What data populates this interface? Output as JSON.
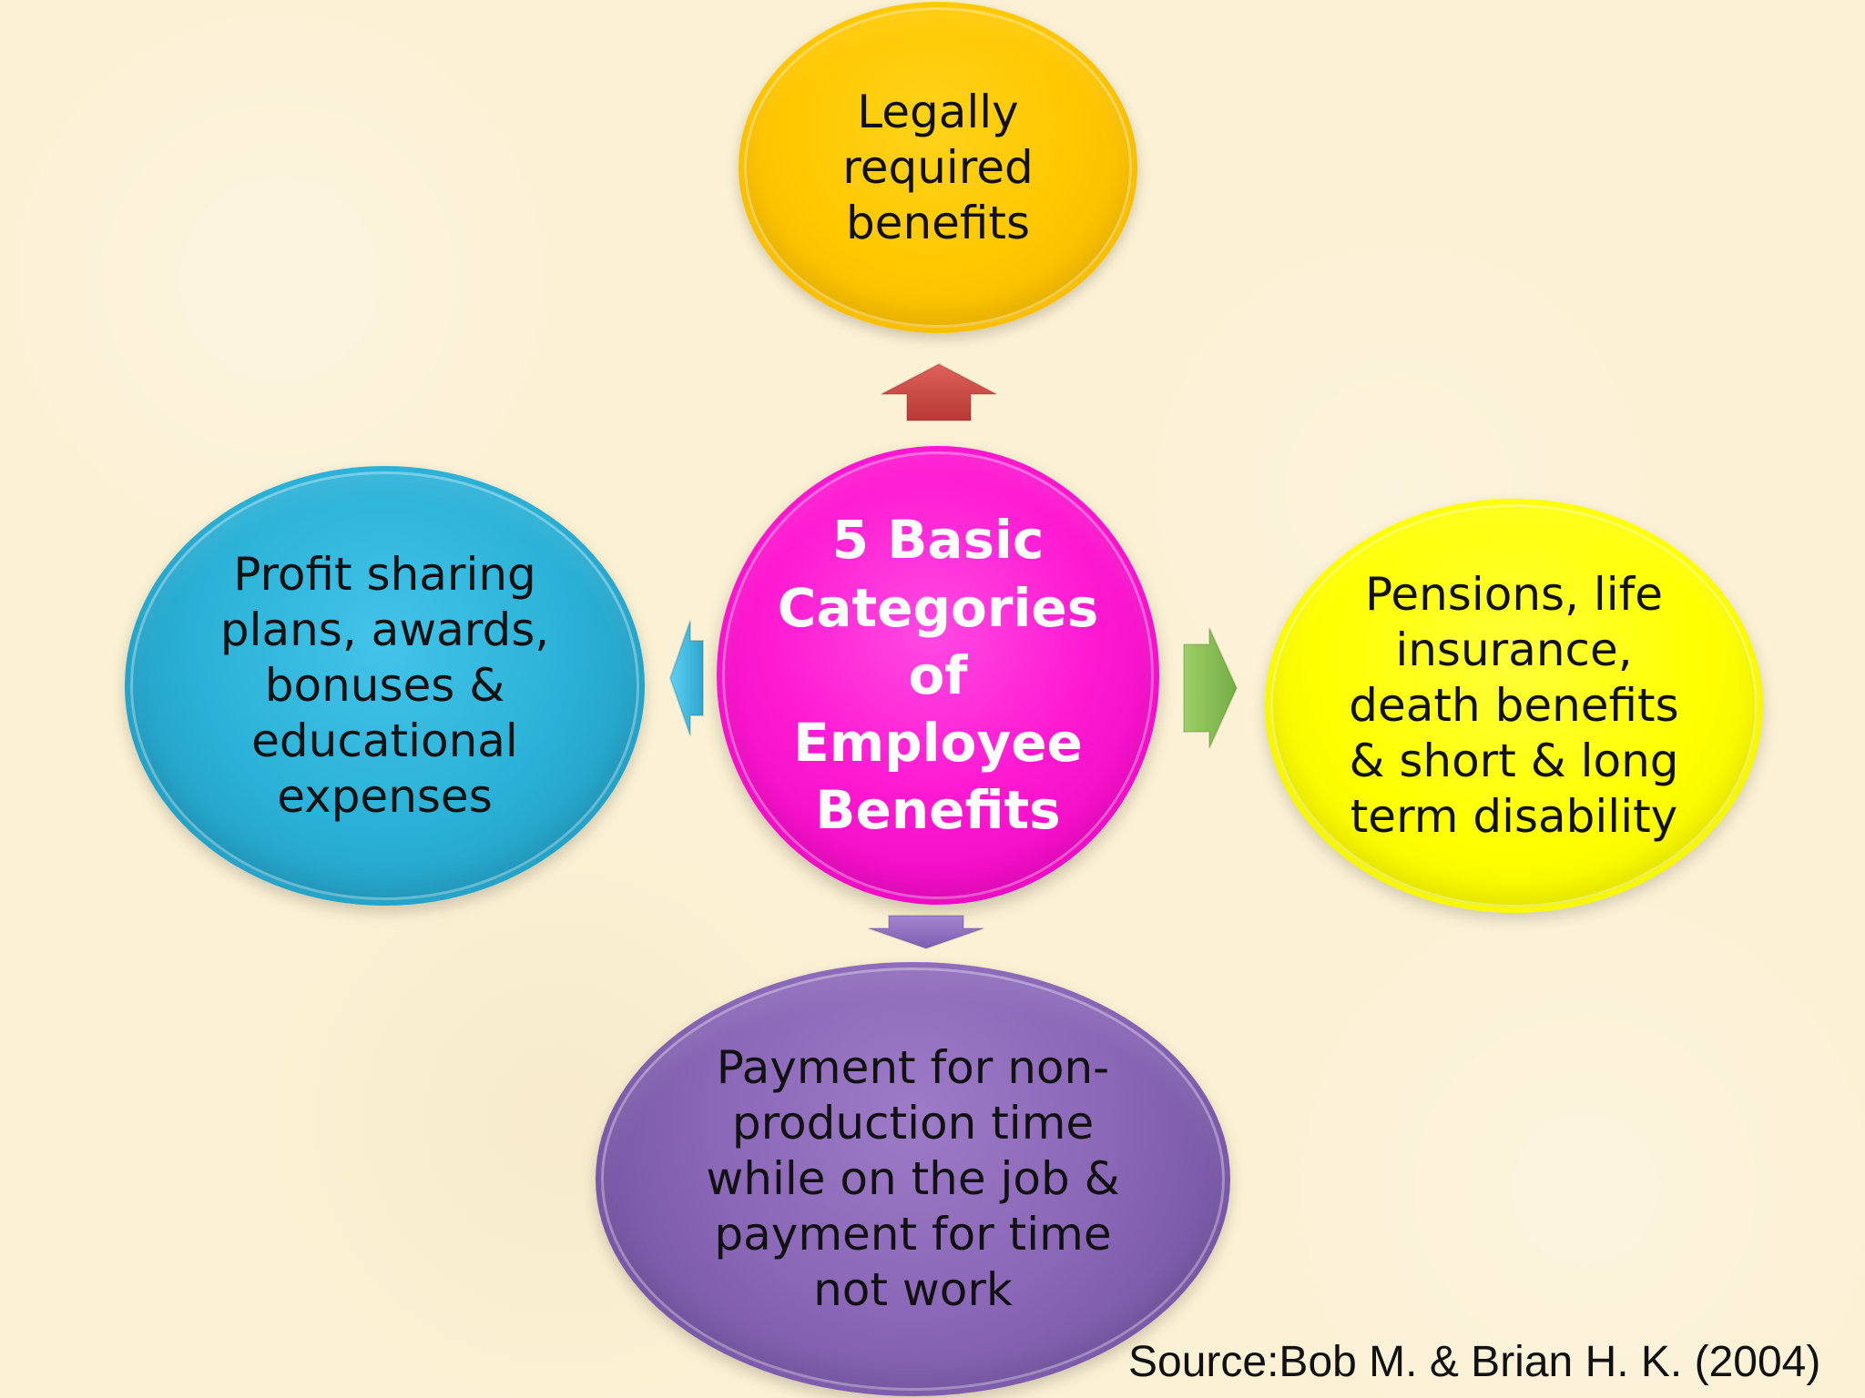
{
  "diagram": {
    "center": {
      "label": "5 Basic\nCategories\nof\nEmployee\nBenefits",
      "color": "#ff1ad2"
    },
    "categories": [
      {
        "id": "top",
        "label": "Legally\nrequired\nbenefits",
        "color": "#ffc800"
      },
      {
        "id": "left",
        "label": "Profit sharing\nplans, awards,\nbonuses &\neducational\nexpenses",
        "color": "#2ab0d6"
      },
      {
        "id": "right",
        "label": "Pensions, life\ninsurance,\ndeath benefits\n& short  & long\nterm disability",
        "color": "#ffff00"
      },
      {
        "id": "bottom",
        "label": "Payment for non-\nproduction time\nwhile on the job &\npayment for time\nnot work",
        "color": "#8a67b7"
      }
    ],
    "arrow_colors": {
      "up": "#c84a45",
      "left": "#3db8df",
      "right": "#83bb4f",
      "down": "#8f70bf"
    },
    "source": "Source:Bob M. & Brian H. K. (2004)"
  }
}
